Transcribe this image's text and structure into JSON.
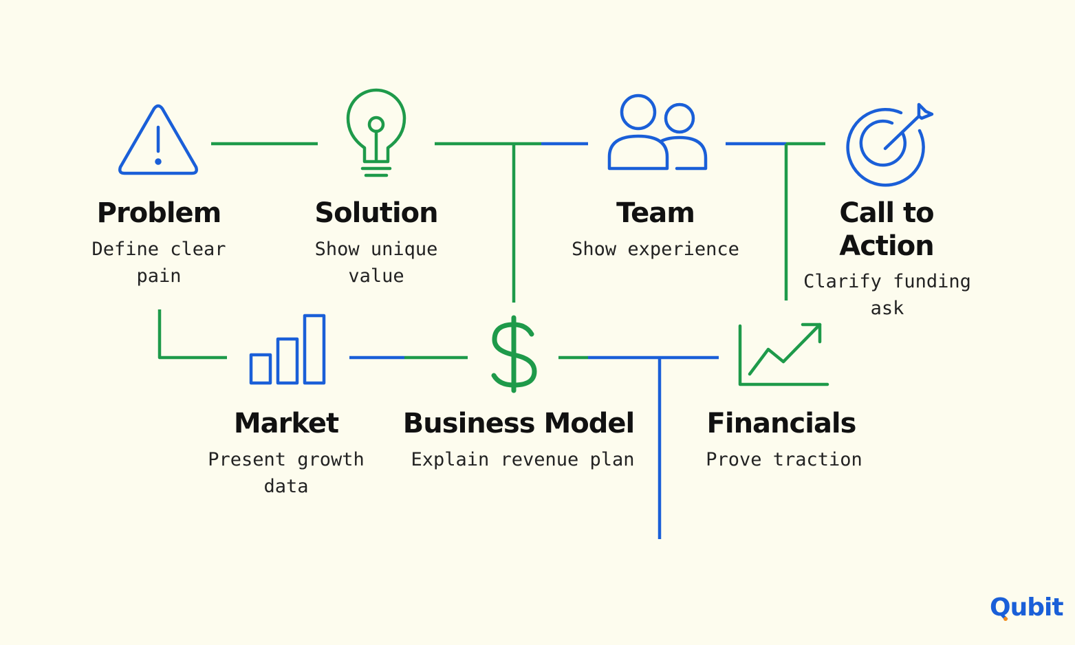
{
  "colors": {
    "background": "#fdfcee",
    "blue": "#1a5fd8",
    "green": "#1e9a4a",
    "text": "#111111",
    "brand_dot": "#f28a1a"
  },
  "steps": [
    {
      "title": "Problem",
      "desc": "Define clear pain",
      "icon": "warning-triangle-icon",
      "icon_color": "blue"
    },
    {
      "title": "Solution",
      "desc": "Show unique value",
      "icon": "lightbulb-icon",
      "icon_color": "green"
    },
    {
      "title": "Team",
      "desc": "Show experience",
      "icon": "people-icon",
      "icon_color": "blue"
    },
    {
      "title": "Call to Action",
      "desc": "Clarify funding ask",
      "icon": "target-icon",
      "icon_color": "blue"
    },
    {
      "title": "Market",
      "desc": "Present growth data",
      "icon": "bar-chart-icon",
      "icon_color": "blue"
    },
    {
      "title": "Business Model",
      "desc": "Explain revenue plan",
      "icon": "dollar-sign-icon",
      "icon_color": "green"
    },
    {
      "title": "Financials",
      "desc": "Prove traction",
      "icon": "trend-chart-icon",
      "icon_color": "green"
    }
  ],
  "brand": {
    "name": "Qubit"
  }
}
